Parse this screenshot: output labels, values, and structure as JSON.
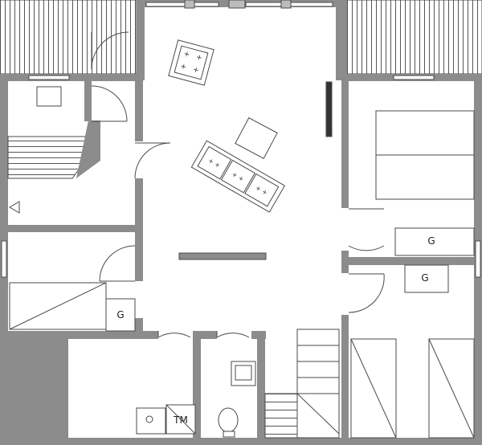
{
  "plan": {
    "labels": {
      "storage_bedroom_right": "G",
      "storage_bedroom_lower_right": "G",
      "storage_bedroom_left": "G",
      "washing_machine": "TM"
    }
  },
  "colors": {
    "wall": "#8c8c8c",
    "line": "#4a4a4a",
    "floor": "#ffffff"
  }
}
